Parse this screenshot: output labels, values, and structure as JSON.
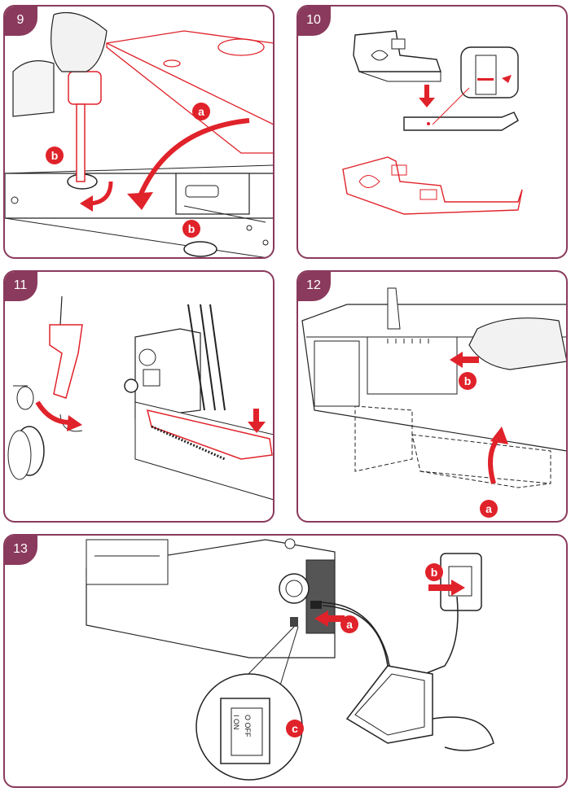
{
  "steps": {
    "s9": "9",
    "s10": "10",
    "s11": "11",
    "s12": "12",
    "s13": "13"
  },
  "labels": {
    "p9_a": "a",
    "p9_b1": "b",
    "p9_b2": "b",
    "p12_b": "b",
    "p12_a": "a",
    "p13_a": "a",
    "p13_b": "b",
    "p13_c": "c"
  },
  "switch": {
    "on": "I ON",
    "off": "O OFF"
  },
  "colors": {
    "frame": "#8a3a5c",
    "accent": "#e0222a",
    "line": "#222222"
  }
}
